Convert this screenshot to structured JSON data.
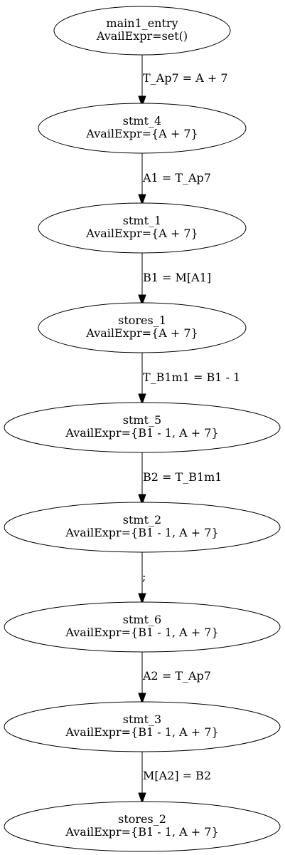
{
  "graph": {
    "nodes": [
      {
        "id": "main1_entry",
        "name": "main1_entry",
        "expr": "AvailExpr=set()"
      },
      {
        "id": "stmt_4",
        "name": "stmt_4",
        "expr": "AvailExpr={A + 7}"
      },
      {
        "id": "stmt_1",
        "name": "stmt_1",
        "expr": "AvailExpr={A + 7}"
      },
      {
        "id": "stores_1",
        "name": "stores_1",
        "expr": "AvailExpr={A + 7}"
      },
      {
        "id": "stmt_5",
        "name": "stmt_5",
        "expr": "AvailExpr={B1 - 1, A + 7}"
      },
      {
        "id": "stmt_2",
        "name": "stmt_2",
        "expr": "AvailExpr={B1 - 1, A + 7}"
      },
      {
        "id": "stmt_6",
        "name": "stmt_6",
        "expr": "AvailExpr={B1 - 1, A + 7}"
      },
      {
        "id": "stmt_3",
        "name": "stmt_3",
        "expr": "AvailExpr={B1 - 1, A + 7}"
      },
      {
        "id": "stores_2",
        "name": "stores_2",
        "expr": "AvailExpr={B1 - 1, A + 7}"
      }
    ],
    "edges": [
      {
        "from": "main1_entry",
        "to": "stmt_4",
        "label": "T_Ap7 = A + 7"
      },
      {
        "from": "stmt_4",
        "to": "stmt_1",
        "label": "A1 = T_Ap7"
      },
      {
        "from": "stmt_1",
        "to": "stores_1",
        "label": "B1 = M[A1]"
      },
      {
        "from": "stores_1",
        "to": "stmt_5",
        "label": "T_B1m1 = B1 - 1"
      },
      {
        "from": "stmt_5",
        "to": "stmt_2",
        "label": "B2 = T_B1m1"
      },
      {
        "from": "stmt_2",
        "to": "stmt_6",
        "label": ";"
      },
      {
        "from": "stmt_6",
        "to": "stmt_3",
        "label": "A2 = T_Ap7"
      },
      {
        "from": "stmt_3",
        "to": "stores_2",
        "label": "M[A2] = B2"
      }
    ]
  }
}
